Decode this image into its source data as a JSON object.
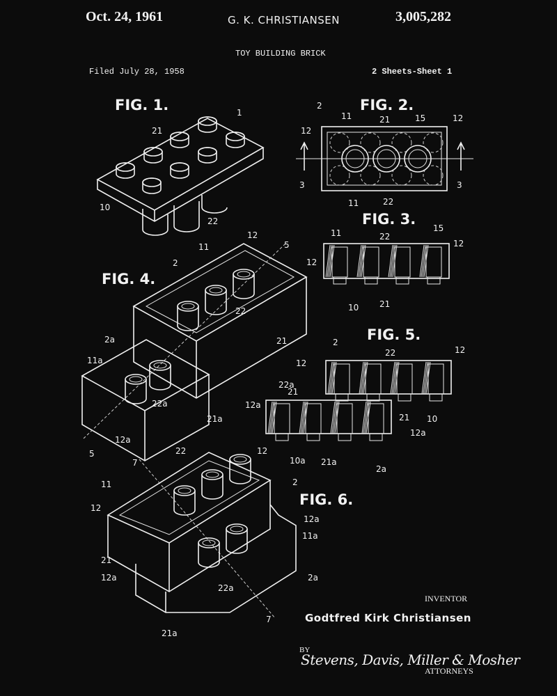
{
  "header": {
    "date": "Oct. 24, 1961",
    "inventor_short": "G. K. CHRISTIANSEN",
    "patent_number": "3,005,282",
    "title": "TOY BUILDING BRICK",
    "filed": "Filed July 28, 1958",
    "sheets": "2 Sheets-Sheet 1"
  },
  "figures": [
    "FIG. 1.",
    "FIG. 2.",
    "FIG. 3.",
    "FIG. 4.",
    "FIG. 5.",
    "FIG. 6."
  ],
  "numerals": [
    "1",
    "21",
    "10",
    "22",
    "2",
    "11",
    "21",
    "15",
    "12",
    "12",
    "3",
    "3",
    "11",
    "22",
    "11",
    "22",
    "15",
    "12",
    "12",
    "10",
    "21",
    "12",
    "11",
    "5",
    "2",
    "22",
    "21",
    "2a",
    "11a",
    "22a",
    "21a",
    "12a",
    "5",
    "2",
    "22",
    "12",
    "12",
    "22a",
    "21",
    "12a",
    "21",
    "10",
    "12a",
    "10a",
    "21a",
    "2a",
    "7",
    "22",
    "12",
    "11",
    "2",
    "12",
    "12a",
    "11a",
    "21",
    "12a",
    "2a",
    "22a",
    "21a",
    "7"
  ],
  "footer": {
    "inventor_label": "INVENTOR",
    "inventor_name": "Godtfred Kirk Christiansen",
    "by": "BY",
    "signature": "Stevens, Davis, Miller & Mosher",
    "attorneys": "ATTORNEYS"
  },
  "colors": {
    "background": "#0c0c0c",
    "ink": "#f2f2f2"
  }
}
